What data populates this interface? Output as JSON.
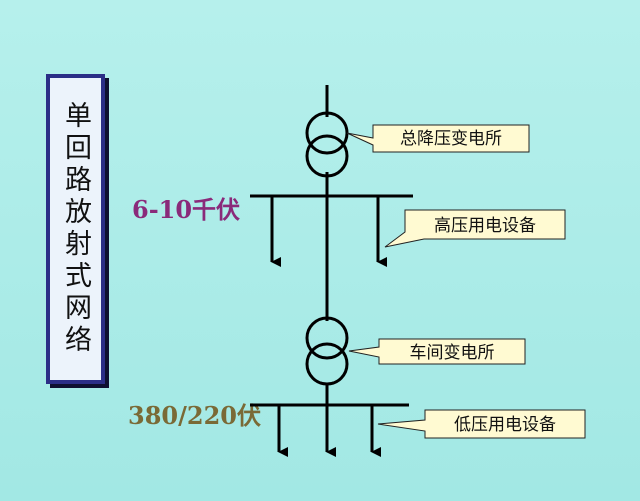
{
  "title": "单回路放射式网络",
  "voltages": {
    "high": "6-10千伏",
    "low": "380/220伏"
  },
  "labels": {
    "main_substation": "总降压变电所",
    "hv_equipment": "高压用电设备",
    "workshop_substation": "车间变电所",
    "lv_equipment": "低压用电设备"
  },
  "colors": {
    "background": "#a8ebe8",
    "line": "#000000",
    "callout_fill": "#fffad2"
  }
}
